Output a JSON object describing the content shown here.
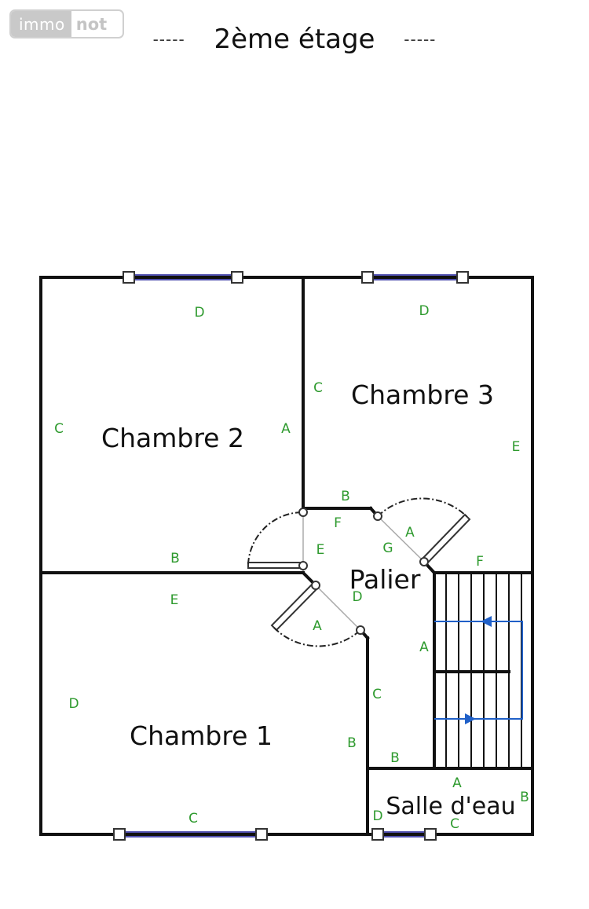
{
  "logo": {
    "part1": "immo",
    "part2": "not"
  },
  "title": {
    "dashes": "-----",
    "text": "2ème étage"
  },
  "rooms": {
    "chambre2": "Chambre 2",
    "chambre3": "Chambre 3",
    "palier": "Palier",
    "chambre1": "Chambre 1",
    "salle_eau": "Salle d'eau"
  },
  "codes": [
    "D",
    "C",
    "A",
    "B",
    "D",
    "C",
    "E",
    "B",
    "F",
    "E",
    "G",
    "A",
    "D",
    "F",
    "E",
    "A",
    "D",
    "C",
    "B",
    "A",
    "B",
    "C",
    "A",
    "D",
    "C",
    "B"
  ],
  "colors": {
    "wall": "#111111",
    "window": "#5050b0",
    "door_arc": "#222222",
    "stair_arrow": "#2060c8",
    "code_text": "#2e9a2e"
  }
}
